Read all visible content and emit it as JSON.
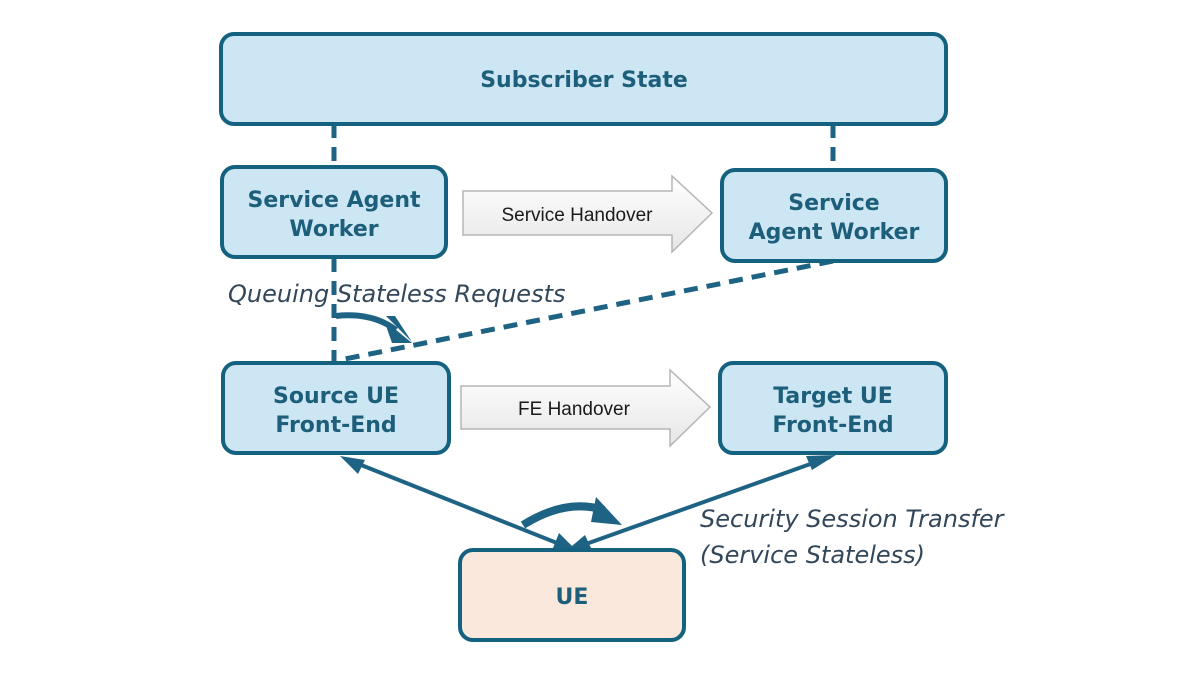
{
  "diagram": {
    "subscriber_state": "Subscriber State",
    "agent_left": [
      "Service Agent",
      "Worker"
    ],
    "agent_right": [
      "Service",
      "Agent Worker"
    ],
    "service_handover": "Service Handover",
    "queuing_note": "Queuing Stateless Requests",
    "source_fe": [
      "Source UE",
      "Front-End"
    ],
    "target_fe": [
      "Target UE",
      "Front-End"
    ],
    "fe_handover": "FE Handover",
    "ue": "UE",
    "security_note": [
      "Security Session Transfer",
      "(Service Stateless)"
    ]
  },
  "colors": {
    "box_fill": "#cce6f3",
    "box_stroke": "#14627f",
    "ue_fill": "#fbe8dc",
    "text": "#1d5e7a",
    "connector": "#1f6384",
    "note_text": "#33475a"
  }
}
